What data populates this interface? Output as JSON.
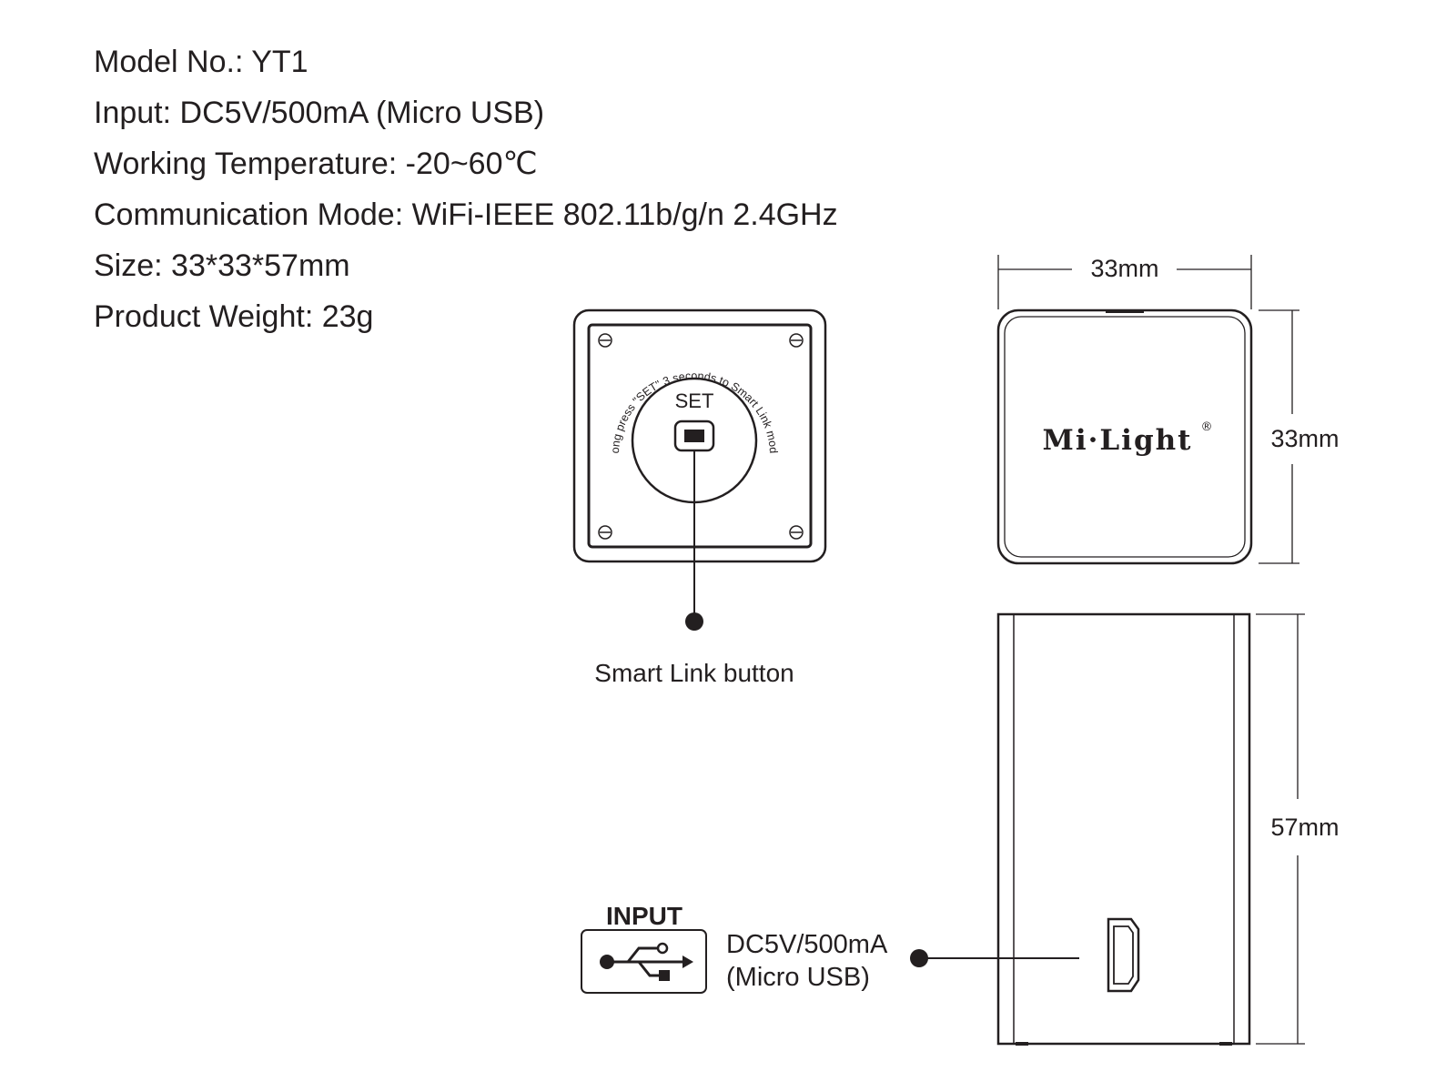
{
  "specs": [
    "Model No.: YT1",
    "Input: DC5V/500mA (Micro USB)",
    "Working Temperature: -20~60℃",
    "Communication Mode: WiFi-IEEE 802.11b/g/n 2.4GHz",
    "Size: 33*33*57mm",
    "Product Weight: 23g"
  ],
  "back_view": {
    "set_label": "SET",
    "ring_text": "Long press \"SET\" 3 seconds to Smart Link mode",
    "callout_label": "Smart Link button"
  },
  "top_view": {
    "logo_text": "Mi·Light",
    "logo_mark": "®",
    "width_label": "33mm",
    "depth_label": "33mm"
  },
  "side_view": {
    "height_label": "57mm",
    "input_title": "INPUT",
    "input_line1": "DC5V/500mA",
    "input_line2": "(Micro USB)"
  },
  "icons": [
    "screw-icon",
    "usb-icon"
  ]
}
